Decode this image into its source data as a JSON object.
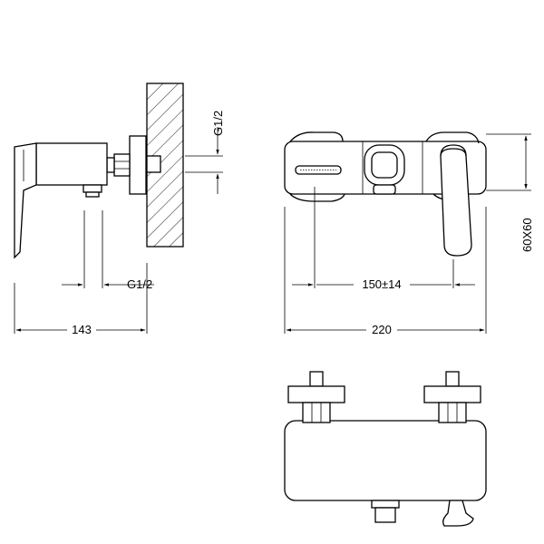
{
  "drawing": {
    "side_view": {
      "connection_top": "G1/2",
      "connection_bottom": "G1/2",
      "depth": "143"
    },
    "front_view": {
      "centers": "150±14",
      "width": "220",
      "plate": "60X60"
    }
  }
}
